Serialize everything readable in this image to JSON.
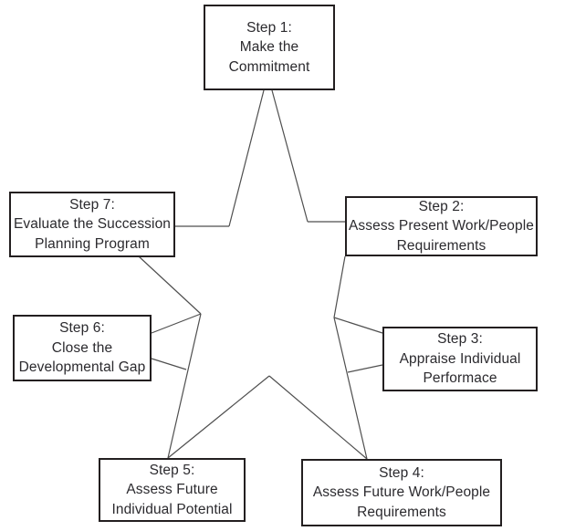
{
  "diagram": {
    "steps": [
      {
        "id": "step-1",
        "lines": [
          "Step 1:",
          "Make the",
          "Commitment"
        ]
      },
      {
        "id": "step-2",
        "lines": [
          "Step 2:",
          "Assess Present Work/People",
          "Requirements"
        ]
      },
      {
        "id": "step-3",
        "lines": [
          "Step 3:",
          "Appraise Individual",
          "Performace"
        ]
      },
      {
        "id": "step-4",
        "lines": [
          "Step 4:",
          "Assess Future Work/People",
          "Requirements"
        ]
      },
      {
        "id": "step-5",
        "lines": [
          "Step 5:",
          "Assess Future",
          "Individual Potential"
        ]
      },
      {
        "id": "step-6",
        "lines": [
          "Step 6:",
          "Close the",
          "Developmental Gap"
        ]
      },
      {
        "id": "step-7",
        "lines": [
          "Step 7:",
          "Evaluate the Succession",
          "Planning Program"
        ]
      }
    ],
    "colors": {
      "background": "#ffffff",
      "box_border": "#231f20",
      "text": "#2b2a2e",
      "star_line": "#4f4f4f"
    }
  }
}
